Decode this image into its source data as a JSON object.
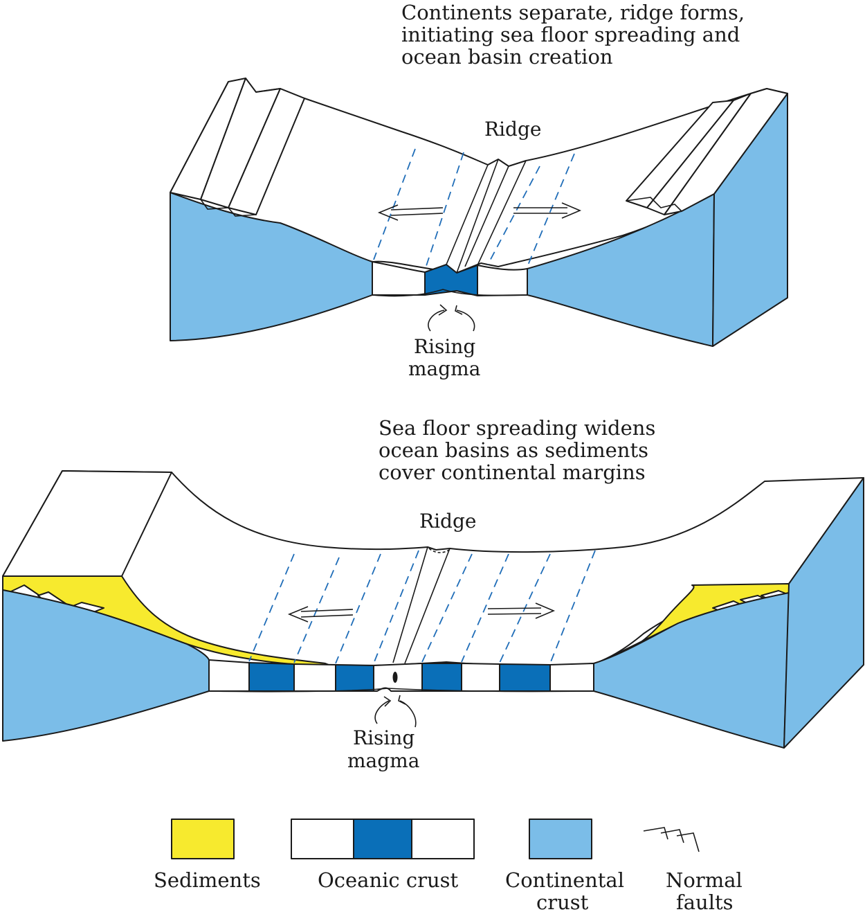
{
  "colors": {
    "sediments": "#f7ea2e",
    "oceanic_crust": "#0a6fb8",
    "continental_crust": "#7bbde8",
    "surface": "#ffffff",
    "outline": "#1a1a1a",
    "magnetic_stripe_dash": "#1f6db8"
  },
  "stage1": {
    "caption_lines": [
      "Continents separate, ridge forms,",
      "initiating sea floor spreading and",
      "ocean basin creation"
    ],
    "ridge_label": "Ridge",
    "magma_label_lines": [
      "Rising",
      "magma"
    ]
  },
  "stage2": {
    "caption_lines": [
      "Sea floor spreading widens",
      "ocean basins as sediments",
      "cover continental margins"
    ],
    "ridge_label": "Ridge",
    "magma_label_lines": [
      "Rising",
      "magma"
    ]
  },
  "legend": {
    "sediments": "Sediments",
    "oceanic_crust": "Oceanic crust",
    "continental_crust_lines": [
      "Continental",
      "crust"
    ],
    "normal_faults_lines": [
      "Normal",
      "faults"
    ]
  }
}
